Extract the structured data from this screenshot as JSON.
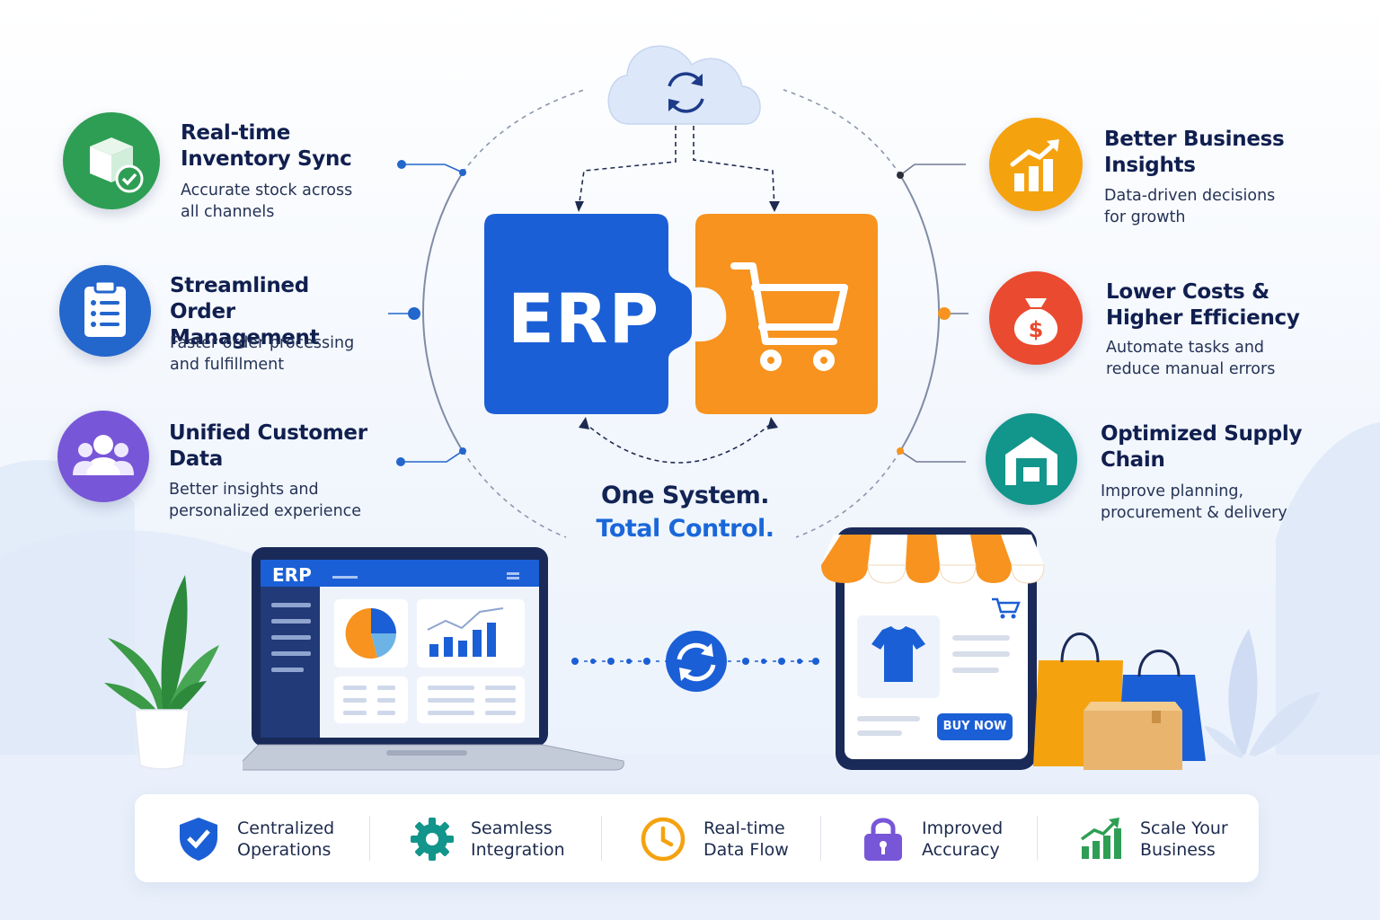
{
  "features_left": [
    {
      "title_1": "Real-time",
      "title_2": "Inventory Sync",
      "desc_1": "Accurate stock across",
      "desc_2": "all channels",
      "icon": "inventory-box-check-icon",
      "color": "#2e9e54"
    },
    {
      "title_1": "Streamlined",
      "title_2": "Order Management",
      "desc_1": "Faster order processing",
      "desc_2": "and fulfillment",
      "icon": "clipboard-list-icon",
      "color": "#2366cc"
    },
    {
      "title_1": "Unified Customer",
      "title_2": "Data",
      "desc_1": "Better insights and",
      "desc_2": "personalized experience",
      "icon": "customers-group-icon",
      "color": "#7856d8"
    }
  ],
  "features_right": [
    {
      "title_1": "Better Business",
      "title_2": "Insights",
      "desc_1": "Data-driven decisions",
      "desc_2": "for growth",
      "icon": "growth-chart-icon",
      "color": "#f5a20f"
    },
    {
      "title_1": "Lower Costs &",
      "title_2": "Higher Efficiency",
      "desc_1": "Automate tasks and",
      "desc_2": "reduce manual errors",
      "icon": "money-bag-icon",
      "color": "#ea4a2f"
    },
    {
      "title_1": "Optimized Supply",
      "title_2": "Chain",
      "desc_1": "Improve planning,",
      "desc_2": "procurement & delivery",
      "icon": "warehouse-icon",
      "color": "#12958a"
    }
  ],
  "center": {
    "erp_label": "ERP",
    "tagline_1": "One System.",
    "tagline_2": "Total Control.",
    "colors": {
      "erp_blue": "#1b5fd6",
      "shop_orange": "#f7931e"
    }
  },
  "laptop": {
    "brand": "ERP"
  },
  "store": {
    "buy_now": "BUY NOW"
  },
  "bottom_bar": [
    {
      "line_1": "Centralized",
      "line_2": "Operations",
      "icon": "shield-check-icon"
    },
    {
      "line_1": "Seamless",
      "line_2": "Integration",
      "icon": "gear-icon"
    },
    {
      "line_1": "Real-time",
      "line_2": "Data Flow",
      "icon": "clock-icon"
    },
    {
      "line_1": "Improved",
      "line_2": "Accuracy",
      "icon": "lock-icon"
    },
    {
      "line_1": "Scale Your",
      "line_2": "Business",
      "icon": "growth-arrow-icon"
    }
  ]
}
